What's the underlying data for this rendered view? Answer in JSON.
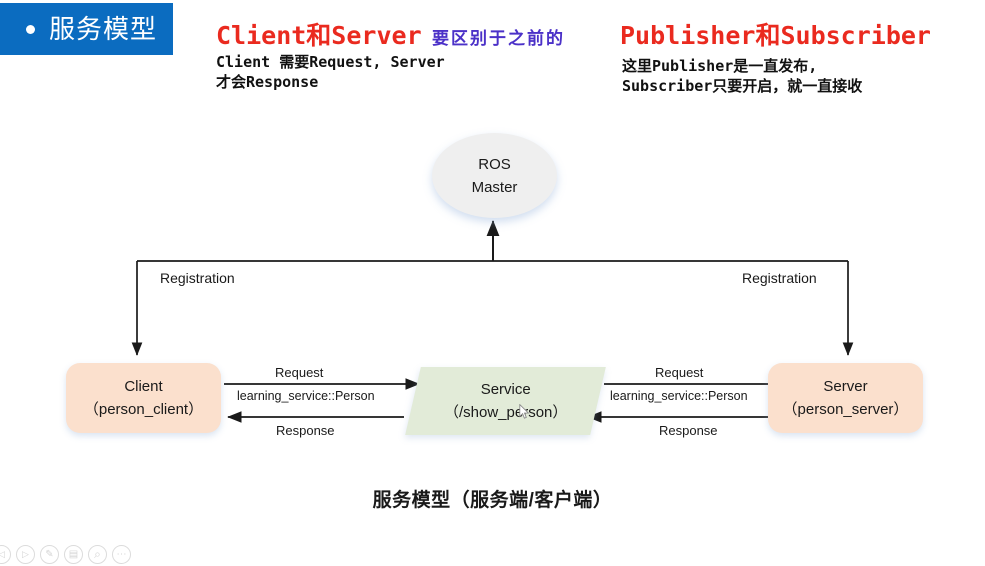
{
  "slide": {
    "badge": {
      "bullet_icon": "bullet-dot-icon",
      "title": "服务模型",
      "bg_color": "#0b6cc0",
      "text_color": "#ffffff"
    },
    "caption": "服务模型（服务端/客户端）"
  },
  "annotations": [
    {
      "id": "client-server-heading",
      "text": "Client和Server",
      "color": "#ea2a1f"
    },
    {
      "id": "distinguish-note",
      "text": "要区别于之前的",
      "color": "#4b31c8"
    },
    {
      "id": "publisher-subscriber-heading",
      "text": "Publisher和Subscriber",
      "color": "#ea2a1f"
    },
    {
      "id": "client-server-body",
      "text": "Client 需要Request, Server\n才会Response",
      "color": "#111111"
    },
    {
      "id": "publisher-subscriber-body",
      "text": "这里Publisher是一直发布,\nSubscriber只要开启，就一直接收",
      "color": "#111111"
    }
  ],
  "diagram": {
    "nodes": {
      "master": {
        "line1": "ROS",
        "line2": "Master",
        "fill": "#efefef",
        "shape": "ellipse"
      },
      "client": {
        "line1": "Client",
        "line2": "（person_client）",
        "fill": "#fbe0cd",
        "shape": "rounded-rect"
      },
      "service": {
        "line1": "Service",
        "line2": "（/show_person）",
        "fill": "#e2ebd8",
        "shape": "parallelogram"
      },
      "server": {
        "line1": "Server",
        "line2": "（person_server）",
        "fill": "#fbe0cd",
        "shape": "rounded-rect"
      }
    },
    "edges": {
      "registration_left": "Registration",
      "registration_right": "Registration",
      "client_request": "Request",
      "client_type": "learning_service::Person",
      "client_response": "Response",
      "server_request": "Request",
      "server_type": "learning_service::Person",
      "server_response": "Response"
    }
  },
  "toolbar": {
    "buttons": [
      {
        "name": "previous-icon",
        "glyph": "◁"
      },
      {
        "name": "play-icon",
        "glyph": "▷"
      },
      {
        "name": "pen-icon",
        "glyph": "✎"
      },
      {
        "name": "slides-grid-icon",
        "glyph": "▤"
      },
      {
        "name": "search-zoom-icon",
        "glyph": "⌕"
      },
      {
        "name": "more-options-icon",
        "glyph": "⋯"
      }
    ]
  }
}
